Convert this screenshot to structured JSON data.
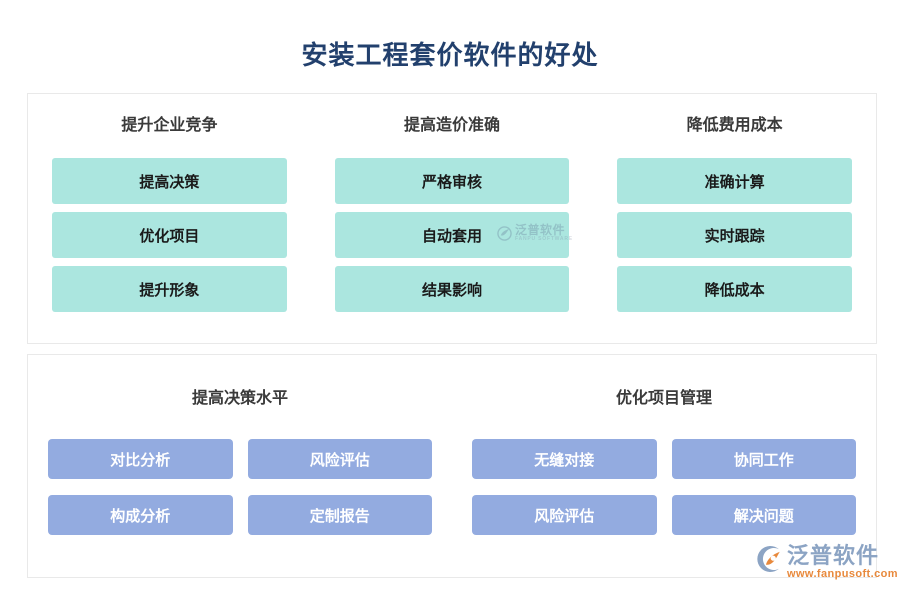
{
  "page": {
    "title": "安装工程套价软件的好处",
    "title_color": "#22406d",
    "background": "#ffffff"
  },
  "theme": {
    "teal_chip": "#abe6df",
    "blue_chip": "#93abe0",
    "card_border": "#e9e9e9",
    "header_text": "#3a3a3a",
    "brand_blue": "#8ca4c4",
    "brand_orange": "#e8893c"
  },
  "benefits_card": {
    "columns": [
      {
        "header": "提升企业竞争",
        "items": [
          "提高决策",
          "优化项目",
          "提升形象"
        ]
      },
      {
        "header": "提高造价准确",
        "items": [
          "严格审核",
          "自动套用",
          "结果影响"
        ]
      },
      {
        "header": "降低费用成本",
        "items": [
          "准确计算",
          "实时跟踪",
          "降低成本"
        ]
      }
    ]
  },
  "management_card": {
    "columns": [
      {
        "header": "提高决策水平",
        "items": [
          "对比分析",
          "风险评估",
          "构成分析",
          "定制报告"
        ]
      },
      {
        "header": "优化项目管理",
        "items": [
          "无缝对接",
          "协同工作",
          "风险评估",
          "解决问题"
        ]
      }
    ]
  },
  "watermark": {
    "name_cn": "泛普软件",
    "name_en": "FANPU SOFTWARE",
    "icon": "fanpu-swoosh-icon"
  },
  "brand": {
    "name_cn": "泛普软件",
    "url": "www.fanpusoft.com",
    "icon": "fanpu-swoosh-icon"
  }
}
